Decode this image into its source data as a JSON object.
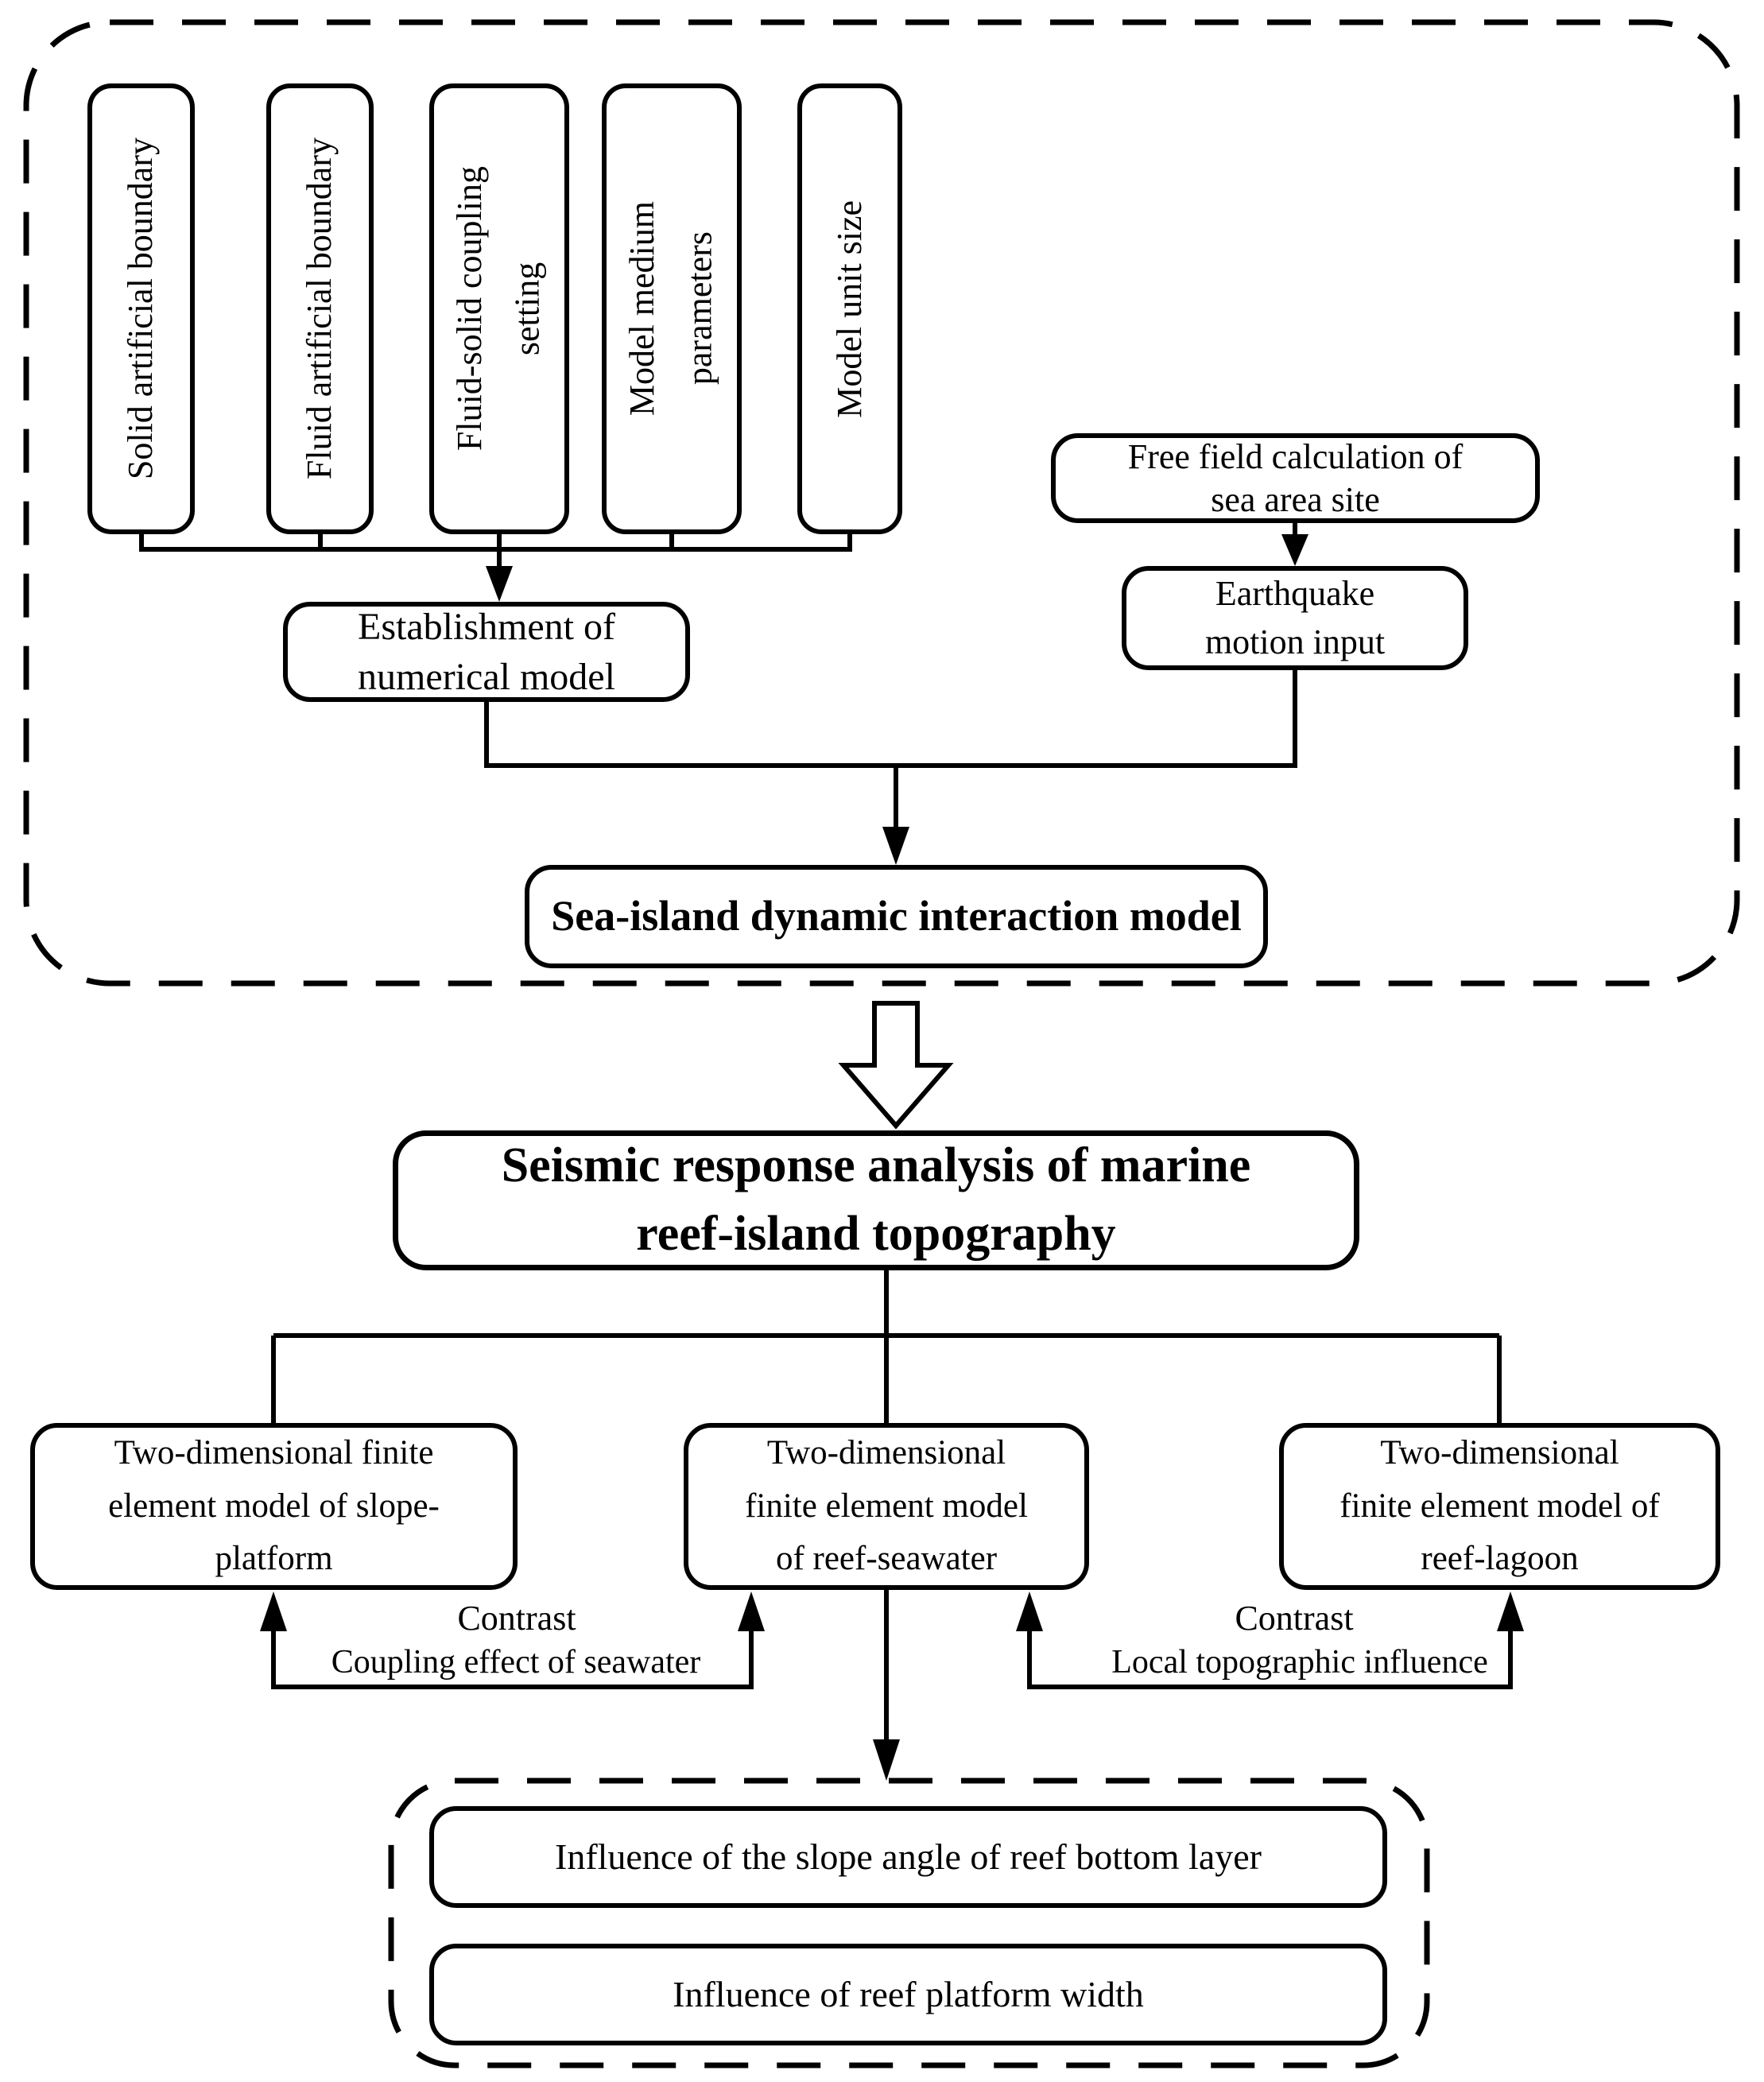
{
  "stage1": {
    "inputs": [
      {
        "lines": [
          "Solid artificial boundary"
        ]
      },
      {
        "lines": [
          "Fluid artificial boundary"
        ]
      },
      {
        "lines": [
          "Fluid-solid coupling",
          "setting"
        ]
      },
      {
        "lines": [
          "Model medium",
          "parameters"
        ]
      },
      {
        "lines": [
          "Model unit size"
        ]
      }
    ],
    "establishment": {
      "lines": [
        "Establishment of",
        "numerical model"
      ]
    },
    "free_field": {
      "lines": [
        "Free field calculation of",
        "sea area site"
      ]
    },
    "earthquake": {
      "lines": [
        "Earthquake",
        "motion input"
      ]
    },
    "result": {
      "lines": [
        "Sea-island dynamic interaction model"
      ]
    }
  },
  "stage2": {
    "title": {
      "lines": [
        "Seismic response analysis of marine",
        "reef-island topography"
      ]
    },
    "branch_left": {
      "lines": [
        "Two-dimensional finite",
        "element model of slope-",
        "platform"
      ]
    },
    "branch_middle": {
      "lines": [
        "Two-dimensional",
        "finite element model",
        "of reef-seawater"
      ]
    },
    "branch_right": {
      "lines": [
        "Two-dimensional",
        "finite element model of",
        "reef-lagoon"
      ]
    },
    "contrast_left": {
      "title": "Contrast",
      "subtitle": "Coupling effect of seawater"
    },
    "contrast_right": {
      "title": "Contrast",
      "subtitle": "Local topographic influence"
    }
  },
  "stage3": {
    "studies": [
      {
        "lines": [
          "Influence of the slope angle of reef bottom layer"
        ]
      },
      {
        "lines": [
          "Influence of reef platform width"
        ]
      }
    ]
  },
  "colors": {
    "stroke": "#000000",
    "background": "#ffffff"
  }
}
